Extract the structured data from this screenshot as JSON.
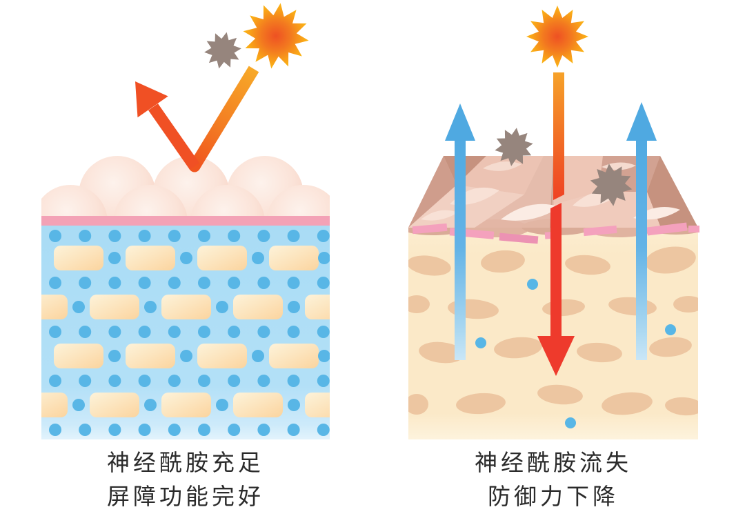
{
  "left_panel": {
    "caption_line1": "神经酰胺充足",
    "caption_line2": "屏障功能完好"
  },
  "right_panel": {
    "caption_line1": "神经酰胺流失",
    "caption_line2": "防御力下降"
  },
  "icons": [
    "sun-icon",
    "germ-icon",
    "uv-reflected-arrow-icon",
    "uv-penetrating-arrow-icon",
    "moisture-loss-arrow-icon"
  ],
  "colors": {
    "sun_outer": "#fcc013",
    "sun_core": "#ee5123",
    "uv_ray_orange": "#f6a229",
    "reflected_red": "#f05024",
    "penetrating_red": "#ee3a2c",
    "moisture_blue": "#4fa9e1",
    "skin_cell_pink": "#f9d9cb",
    "barrier_pink": "#f3a2b6",
    "hydrated_layer_blue": "#abdef6",
    "water_dot_blue": "#58b6e6",
    "ceramide_brick": "#fbd49e",
    "dry_layer_cream": "#fbe9c8",
    "dry_blob_tan": "#edc6a1",
    "flaky_surface": "#e3b6a5",
    "germ_gray": "#96857d",
    "caption_text": "#2b2b2b"
  }
}
